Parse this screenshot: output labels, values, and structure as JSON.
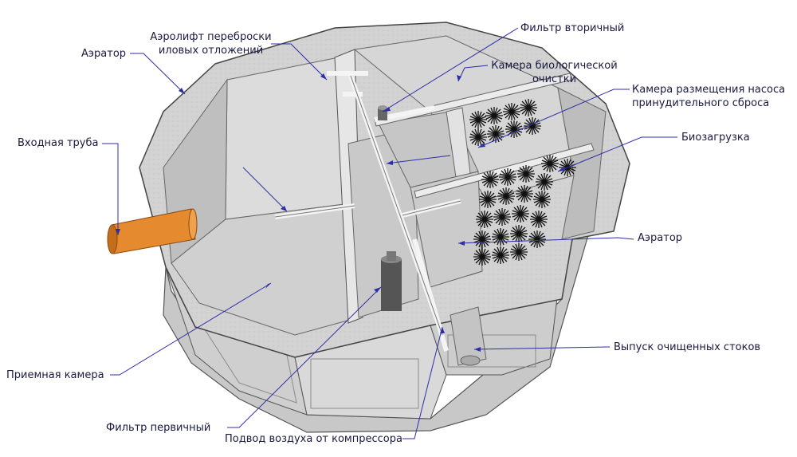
{
  "labels": {
    "aerolift": [
      "Аэролифт переброски",
      "иловых отложений"
    ],
    "aerator_left": "Аэратор",
    "inlet_pipe": "Входная труба",
    "filter_secondary": "Фильтр вторичный",
    "bio_chamber": [
      "Камера биологической",
      "очистки"
    ],
    "pump_chamber": [
      "Камера размещения насоса",
      "принудительного сброса"
    ],
    "bioload": "Биозагрузка",
    "aerator_right": "Аэратор",
    "outlet": "Выпуск очищенных стоков",
    "receiving_chamber": "Приемная камера",
    "filter_primary": "Фильтр первичный",
    "air_supply": "Подвод воздуха от компрессора"
  },
  "colors": {
    "concrete": "#d4d4d4",
    "concrete_dark": "#b9b9b9",
    "concrete_light": "#e8e8e8",
    "pipe_orange": "#e58a2e",
    "leader_line": "#2e2ea8",
    "bioload_black": "#111111"
  }
}
